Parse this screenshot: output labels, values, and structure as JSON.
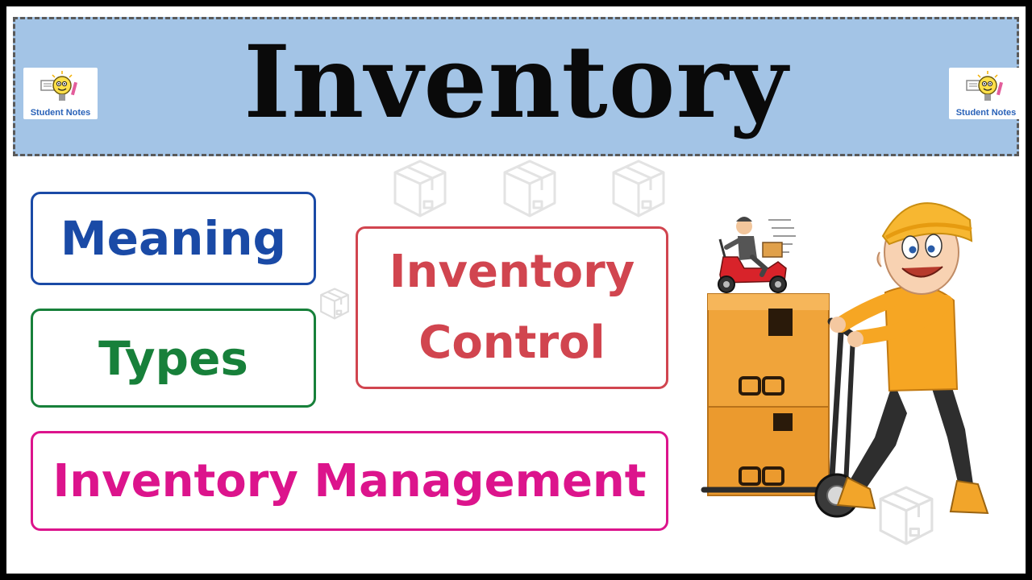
{
  "header": {
    "title": "Inventory",
    "logo_text": "Student Notes"
  },
  "topics": {
    "meaning": "Meaning",
    "types": "Types",
    "inventory_control_line1": "Inventory",
    "inventory_control_line2": "Control",
    "inventory_management": "Inventory Management"
  },
  "colors": {
    "header_bg": "#a3c4e6",
    "meaning": "#1a4aa6",
    "types": "#17803a",
    "inventory_control": "#d1454f",
    "inventory_management": "#dc148c",
    "box": "#f0a43a"
  },
  "icons": [
    "lightbulb-mascot-icon",
    "cardboard-box-icon",
    "delivery-scooter-icon",
    "hand-truck-icon",
    "delivery-man-icon"
  ]
}
